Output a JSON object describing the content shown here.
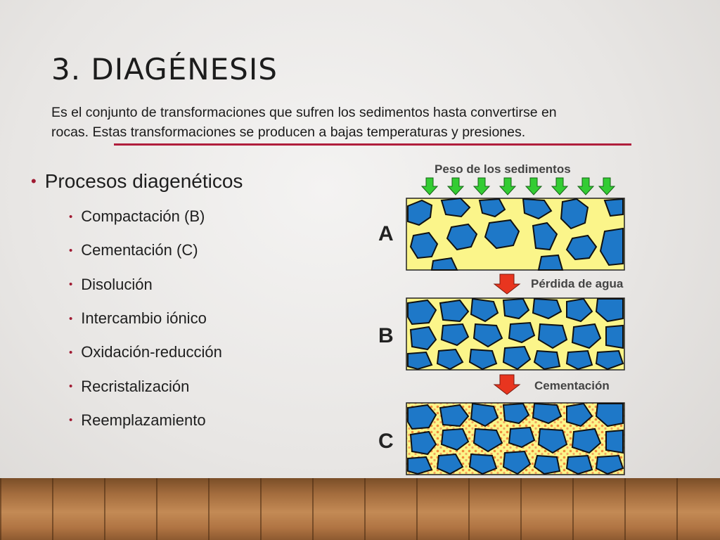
{
  "slide": {
    "title": "3. DIAGÉNESIS",
    "description_line1": "Es el conjunto de transformaciones que sufren los sedimentos hasta convertirse en",
    "description_line2": "rocas. Estas transformaciones se producen a bajas temperaturas y presiones."
  },
  "bullets": {
    "heading": "Procesos diagenéticos",
    "items": [
      "Compactación (B)",
      "Cementación (C)",
      "Disolución",
      "Intercambio iónico",
      "Oxidación-reducción",
      "Recristalización",
      "Reemplazamiento"
    ]
  },
  "diagram": {
    "top_label": "Peso de los sedimentos",
    "stage_a": "A",
    "stage_b": "B",
    "stage_c": "C",
    "step_1": "Pérdida de agua",
    "step_2": "Cementación"
  },
  "colors": {
    "accent": "#b01e3c",
    "grain": "#1e78c8",
    "matrix": "#fbf58a",
    "cement": "#f28a3c",
    "green_arrow": "#33cc33",
    "red_arrow": "#e8351f"
  }
}
